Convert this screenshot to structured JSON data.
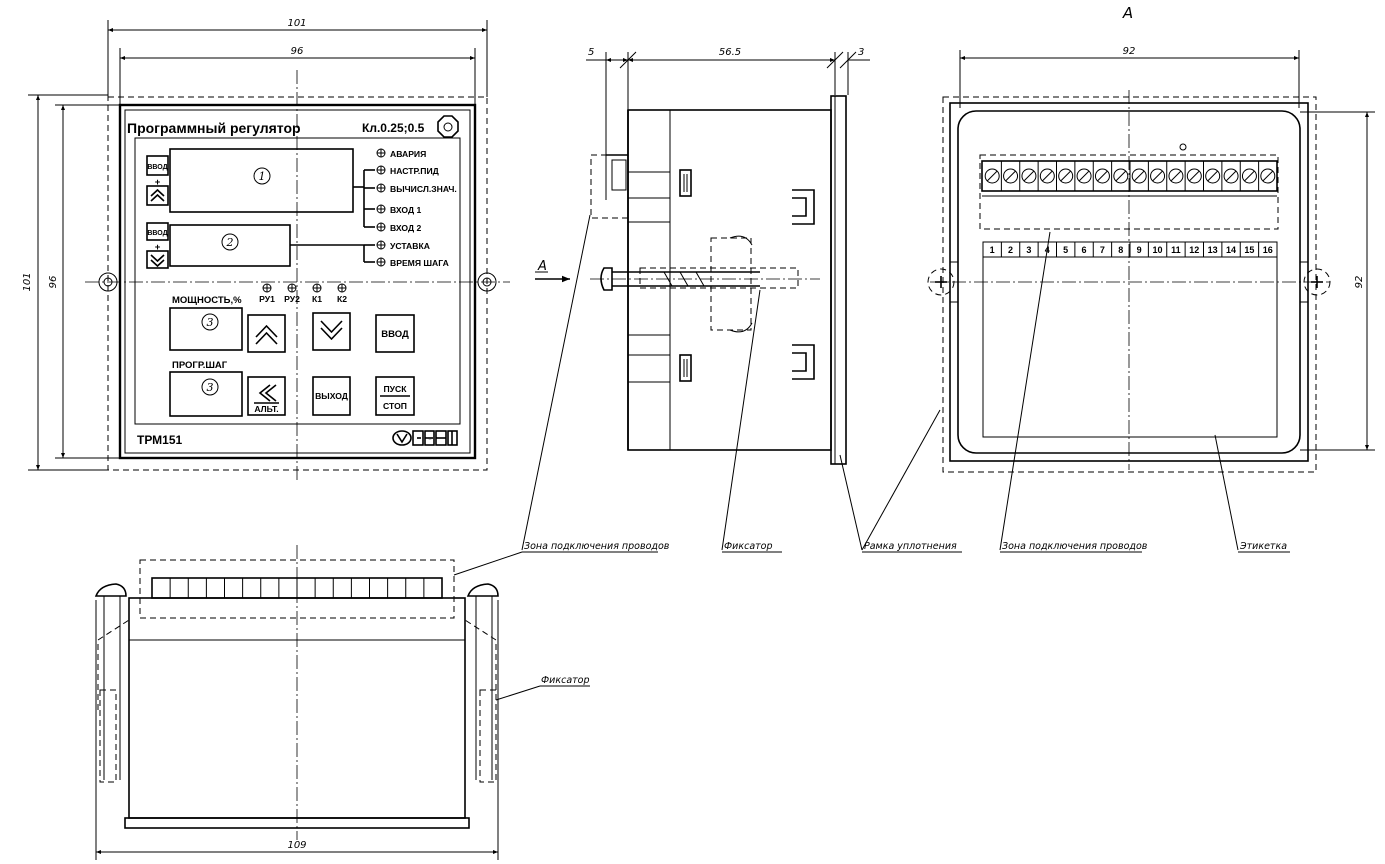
{
  "views": {
    "view_a_title": "A",
    "arrow_label": "A"
  },
  "dimensions": {
    "front_outer_width": "101",
    "front_inner_width": "96",
    "front_outer_height": "101",
    "front_inner_height": "96",
    "side_flange": "5",
    "side_depth": "56.5",
    "side_frame": "3",
    "back_width": "92",
    "back_height": "92",
    "bottom_width": "109"
  },
  "front_panel": {
    "title": "Программный регулятор",
    "accuracy_class": "Кл.0.25;0.5",
    "model": "ТРМ151",
    "brand": "ОВЕН",
    "indicators": [
      "АВАРИЯ",
      "НАСТР.ПИД",
      "ВЫЧИСЛ.ЗНАЧ.",
      "ВХОД 1",
      "ВХОД 2",
      "УСТАВКА",
      "ВРЕМЯ ШАГА"
    ],
    "display_numbers": [
      "1",
      "2",
      "3",
      "3"
    ],
    "leds": [
      "РУ1",
      "РУ2",
      "К1",
      "К2"
    ],
    "power_label": "МОЩНОСТЬ,%",
    "step_label": "ПРОГР.ШАГ",
    "side_key_label": "ВВОД",
    "plus_label": "+",
    "btn_enter": "ВВОД",
    "btn_exit": "ВЫХОД",
    "btn_alt": "АЛЬТ.",
    "btn_start": "ПУСК",
    "btn_stop": "СТОП"
  },
  "terminals": [
    "1",
    "2",
    "3",
    "4",
    "5",
    "6",
    "7",
    "8",
    "9",
    "10",
    "11",
    "12",
    "13",
    "14",
    "15",
    "16"
  ],
  "annotations": {
    "wire_zone_left": "Зона подключения проводов",
    "latch_side": "Фиксатор",
    "seal_frame": "Рамка уплотнения",
    "wire_zone_right": "Зона подключения проводов",
    "label_sticker": "Этикетка",
    "latch_bottom": "Фиксатор"
  }
}
